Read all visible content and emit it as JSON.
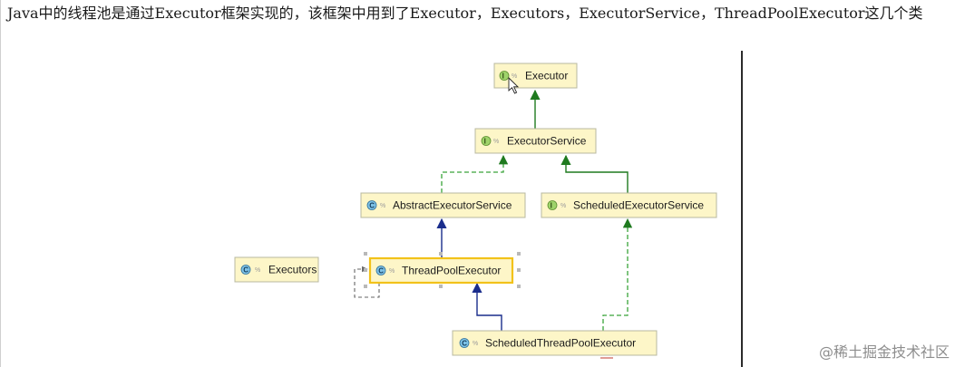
{
  "caption": "Java中的线程池是通过Executor框架实现的，该框架中用到了Executor，Executors，ExecutorService，ThreadPoolExecutor这几个类",
  "nodes": {
    "executor": {
      "label": "Executor",
      "kind": "I"
    },
    "executor_service": {
      "label": "ExecutorService",
      "kind": "I"
    },
    "abstract_executor_service": {
      "label": "AbstractExecutorService",
      "kind": "C"
    },
    "scheduled_executor_service": {
      "label": "ScheduledExecutorService",
      "kind": "I"
    },
    "executors": {
      "label": "Executors",
      "kind": "C"
    },
    "thread_pool_executor": {
      "label": "ThreadPoolExecutor",
      "kind": "C"
    },
    "scheduled_thread_pool_executor": {
      "label": "ScheduledThreadPoolExecutor",
      "kind": "C"
    }
  },
  "edges": [
    {
      "from": "executor_service",
      "to": "executor",
      "type": "extends"
    },
    {
      "from": "scheduled_executor_service",
      "to": "executor_service",
      "type": "extends"
    },
    {
      "from": "abstract_executor_service",
      "to": "executor_service",
      "type": "implements"
    },
    {
      "from": "thread_pool_executor",
      "to": "abstract_executor_service",
      "type": "extends"
    },
    {
      "from": "scheduled_thread_pool_executor",
      "to": "thread_pool_executor",
      "type": "extends"
    },
    {
      "from": "scheduled_thread_pool_executor",
      "to": "scheduled_executor_service",
      "type": "implements"
    }
  ],
  "colors": {
    "interface_fill": "#fdf6c8",
    "interface_icon": "#9fd36a",
    "class_icon": "#7ec3e8",
    "selected_border": "#f2c21a",
    "extends_interface": "#1f7a1f",
    "extends_class": "#1a2d8c",
    "implements": "#3aa53a"
  },
  "watermark": "@稀土掘金技术社区"
}
